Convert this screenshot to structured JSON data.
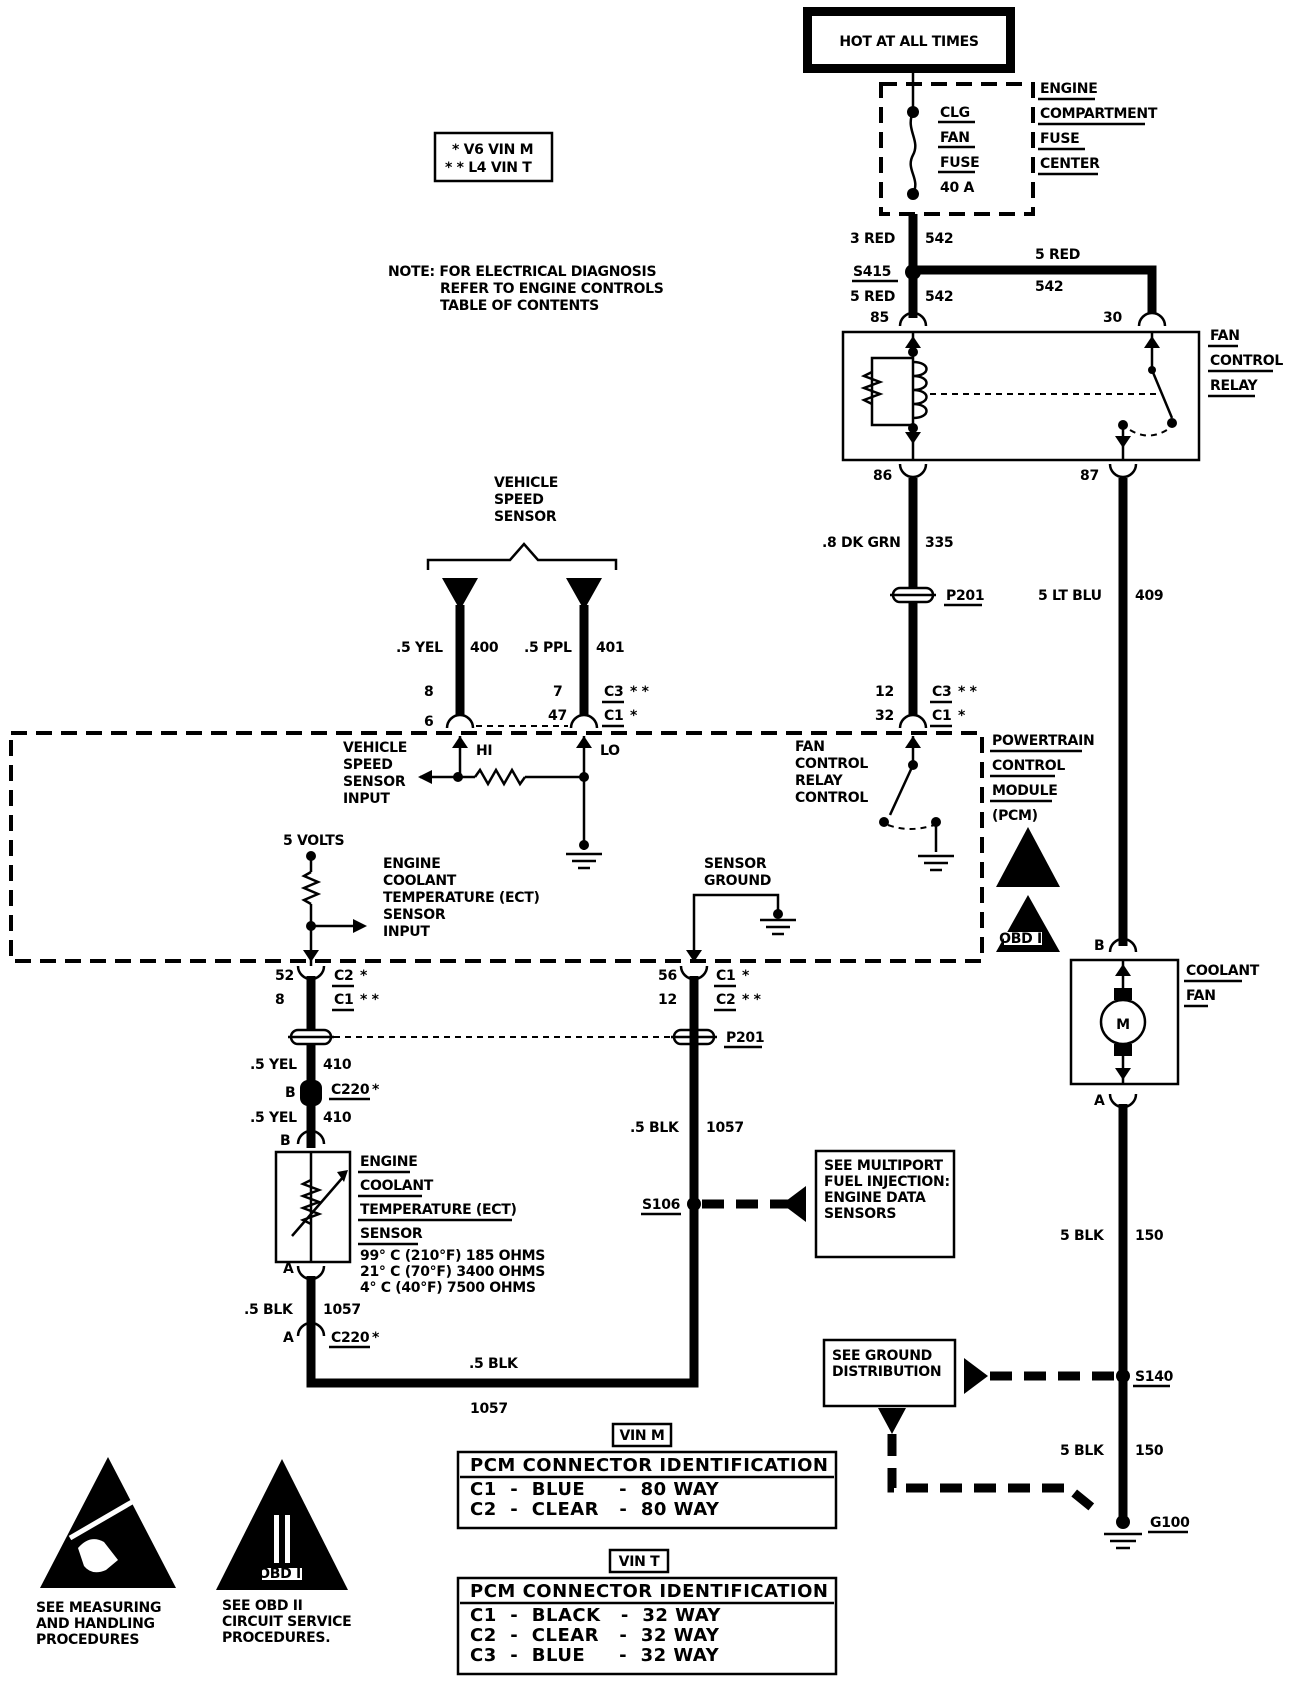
{
  "hot_label": "HOT AT ALL TIMES",
  "fuse_center": [
    "ENGINE",
    "COMPARTMENT",
    "FUSE",
    "CENTER"
  ],
  "fuse": [
    "CLG",
    "FAN",
    "FUSE",
    "40 A"
  ],
  "vin_legend": [
    "* V6 VIN M",
    "* * L4 VIN T"
  ],
  "note": [
    "NOTE: FOR ELECTRICAL DIAGNOSIS",
    "REFER TO ENGINE CONTROLS",
    "TABLE OF CONTENTS"
  ],
  "wires": {
    "w542_top": "3 RED",
    "n542_top": "542",
    "s415": "S415",
    "w542_mid": "5 RED",
    "n542_mid": "542",
    "w542_right": "5 RED",
    "n542_right": "542",
    "w335": ".8 DK GRN",
    "n335": "335",
    "w409": "5 LT BLU",
    "n409": "409",
    "w400": ".5 YEL",
    "n400": "400",
    "w401": ".5 PPL",
    "n401": "401",
    "w410a": ".5 YEL",
    "n410a": "410",
    "w410b": ".5 YEL",
    "n410b": "410",
    "w1057a": ".5 BLK",
    "n1057a": "1057",
    "w1057b": ".5 BLK",
    "n1057b": "1057",
    "w1057c": ".5 BLK",
    "n1057c": "1057",
    "w150a": "5 BLK",
    "n150a": "150",
    "w150b": "5 BLK",
    "n150b": "150"
  },
  "relay": {
    "label": [
      "FAN",
      "CONTROL",
      "RELAY"
    ],
    "pin85": "85",
    "pin30": "30",
    "pin86": "86",
    "pin87": "87"
  },
  "connectors": {
    "p201_a": "P201",
    "p201_b": "P201",
    "c3": "C3",
    "c1": "C1",
    "c2": "C2",
    "c220": "C220",
    "pins_vss": [
      "8",
      "6",
      "7",
      "47"
    ],
    "pins_fan": [
      "12",
      "32"
    ],
    "pins_ect": [
      "52",
      "8"
    ],
    "pins_gnd": [
      "56",
      "12"
    ],
    "hi": "HI",
    "lo": "LO",
    "b": "B",
    "a": "A"
  },
  "vss": [
    "VEHICLE",
    "SPEED",
    "SENSOR"
  ],
  "pcm": {
    "label": [
      "POWERTRAIN",
      "CONTROL",
      "MODULE",
      "(PCM)"
    ],
    "vss_input": [
      "VEHICLE",
      "SPEED",
      "SENSOR",
      "INPUT"
    ],
    "fan_control": [
      "FAN",
      "CONTROL",
      "RELAY",
      "CONTROL"
    ],
    "five_volts": "5 VOLTS",
    "ect_input": [
      "ENGINE",
      "COOLANT",
      "TEMPERATURE (ECT)",
      "SENSOR",
      "INPUT"
    ],
    "sensor_ground": [
      "SENSOR",
      "GROUND"
    ]
  },
  "coolant_fan": [
    "COOLANT",
    "FAN"
  ],
  "motor": "M",
  "ect_sensor": {
    "label": [
      "ENGINE",
      "COOLANT",
      "TEMPERATURE (ECT)",
      "SENSOR"
    ],
    "specs": [
      "99° C (210°F) 185 OHMS",
      "21° C (70°F) 3400 OHMS",
      "4° C (40°F) 7500 OHMS"
    ]
  },
  "s106": "S106",
  "mpfi_ref": [
    "SEE MULTIPORT",
    "FUEL INJECTION:",
    "ENGINE DATA",
    "SENSORS"
  ],
  "ground_ref": [
    "SEE GROUND",
    "DISTRIBUTION"
  ],
  "s140": "S140",
  "g100": "G100",
  "obd": "OBD II",
  "vin_m": "VIN M",
  "vin_t": "VIN T",
  "pcm_id_title": "PCM CONNECTOR IDENTIFICATION",
  "pcm_id_m": [
    "C1  -  BLUE     -  80 WAY",
    "C2  -  CLEAR   -  80 WAY"
  ],
  "pcm_id_t": [
    "C1  -  BLACK   -  32 WAY",
    "C2  -  CLEAR   -  32 WAY",
    "C3  -  BLUE     -  32 WAY"
  ],
  "esd_note": [
    "SEE MEASURING",
    "AND HANDLING",
    "PROCEDURES"
  ],
  "obd_note": [
    "SEE OBD II",
    "CIRCUIT SERVICE",
    "PROCEDURES."
  ]
}
